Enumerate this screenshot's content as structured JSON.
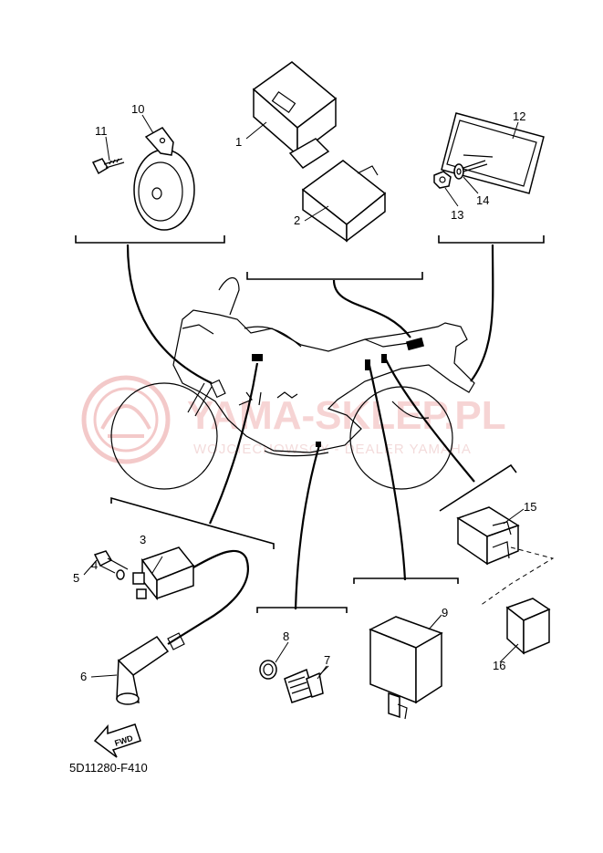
{
  "diagram": {
    "drawing_code": "5D11280-F410",
    "fwd_label": "FWD",
    "watermark": {
      "main": "YAMA-SKLEP.PL",
      "sub": "WOJCIECHOWSCY - DEALER YAMAHA",
      "color": "#e8a0a0"
    },
    "callouts": [
      "1",
      "2",
      "3",
      "4",
      "5",
      "6",
      "7",
      "8",
      "9",
      "10",
      "11",
      "12",
      "13",
      "14",
      "15",
      "16"
    ]
  }
}
